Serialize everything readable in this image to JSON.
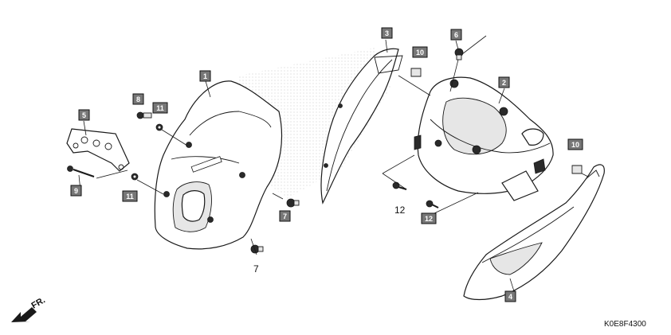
{
  "diagram": {
    "code": "K0E8F4300",
    "direction_label": "FR.",
    "boxed_callouts": [
      "1",
      "2",
      "3",
      "4",
      "5",
      "6",
      "7",
      "8",
      "9",
      "10",
      "10",
      "11",
      "11",
      "12"
    ],
    "plain_callouts": [
      "7",
      "12"
    ],
    "parts": [
      "windscreen",
      "upper-cowl",
      "inner-cover",
      "lower-cover",
      "screen-bracket",
      "screw",
      "bolt",
      "washer",
      "clip-nut"
    ]
  }
}
